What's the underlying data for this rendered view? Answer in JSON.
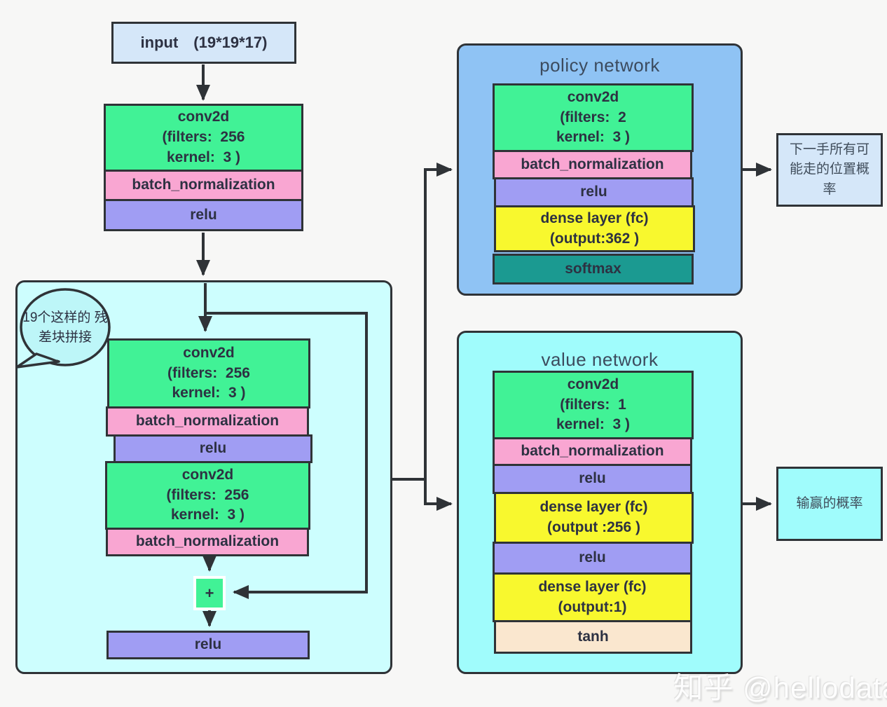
{
  "left_column": {
    "input": "input　(19*19*17)",
    "conv_block": {
      "line1": "conv2d",
      "line2": "(filters:  256",
      "line3": "kernel:  3 )"
    },
    "bn": "batch_normalization",
    "relu": "relu"
  },
  "residual": {
    "callout": {
      "line1": "19个这样的",
      "line2": "残差块拼接"
    },
    "conv1": {
      "line1": "conv2d",
      "line2": "(filters:  256",
      "line3": "kernel:  3 )"
    },
    "bn1": "batch_normalization",
    "relu1": "relu",
    "conv2": {
      "line1": "conv2d",
      "line2": "(filters:  256",
      "line3": "kernel:  3 )"
    },
    "bn2": "batch_normalization",
    "plus": "+",
    "relu_out": "relu"
  },
  "policy": {
    "title": "policy network",
    "conv": {
      "line1": "conv2d",
      "line2": "(filters:  2",
      "line3": "kernel:  3 )"
    },
    "bn": "batch_normalization",
    "relu": "relu",
    "dense": {
      "line1": "dense layer (fc)",
      "line2": "(output:362 )"
    },
    "softmax": "softmax",
    "output": "下一手所有可能走的位置概率"
  },
  "value": {
    "title": "value network",
    "conv": {
      "line1": "conv2d",
      "line2": "(filters:  1",
      "line3": "kernel:  3 )"
    },
    "bn": "batch_normalization",
    "relu1": "relu",
    "dense1": {
      "line1": "dense layer (fc)",
      "line2": "(output :256 )"
    },
    "relu2": "relu",
    "dense2": {
      "line1": "dense layer (fc)",
      "line2": "(output:1)"
    },
    "tanh": "tanh",
    "output": "输赢的概率"
  },
  "watermark": "知乎 @hellodata",
  "colors": {
    "conv_green": "#41f296",
    "bn_pink": "#f9a6d2",
    "relu_purple": "#a09df3",
    "dense_yellow": "#f8f82e",
    "softmax_teal": "#1b9a91",
    "tanh_cream": "#fae7cf",
    "io_light_blue": "#d5e7f9",
    "policy_blue": "#8fc3f4",
    "value_cyan": "#a0fcfc",
    "residual_cyan": "#cdfefe",
    "bubble_cyan": "#bdf6f8",
    "wire_dark": "#2f3337"
  }
}
